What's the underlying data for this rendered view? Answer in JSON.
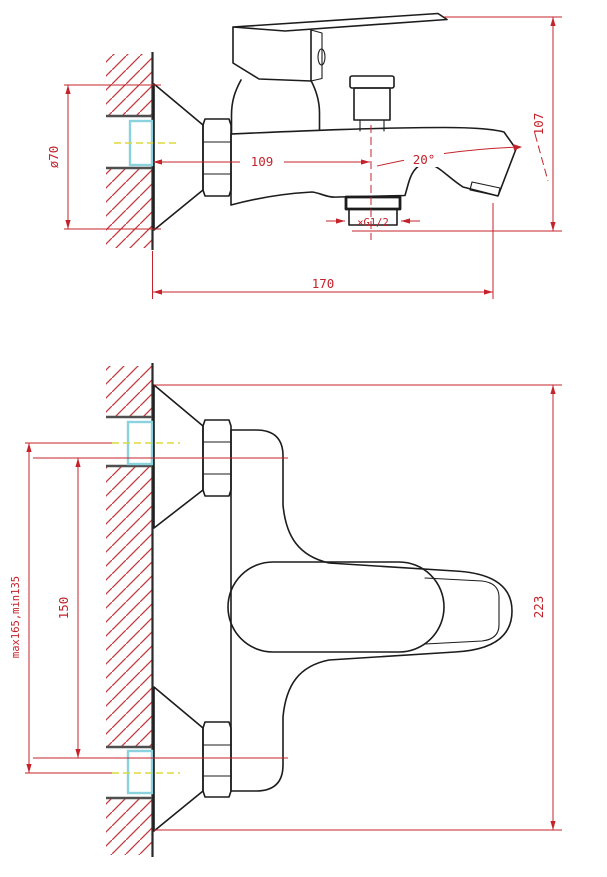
{
  "drawing": {
    "side_view": {
      "labels": {
        "diameter": "ø70",
        "projection": "109",
        "angle": "20°",
        "thread": "×G1/2",
        "height": "107",
        "depth": "170"
      }
    },
    "plan_view": {
      "labels": {
        "spacing": "150",
        "range": "max165,min135",
        "width": "223"
      }
    },
    "colors": {
      "dimension_red": "#c4232b",
      "outline_black": "#1c1c1c",
      "pipe_cyan": "#8ad2dd",
      "centerline_yellow": "#ddd83f",
      "wall_hole_gray": "#4f4f4f"
    }
  }
}
